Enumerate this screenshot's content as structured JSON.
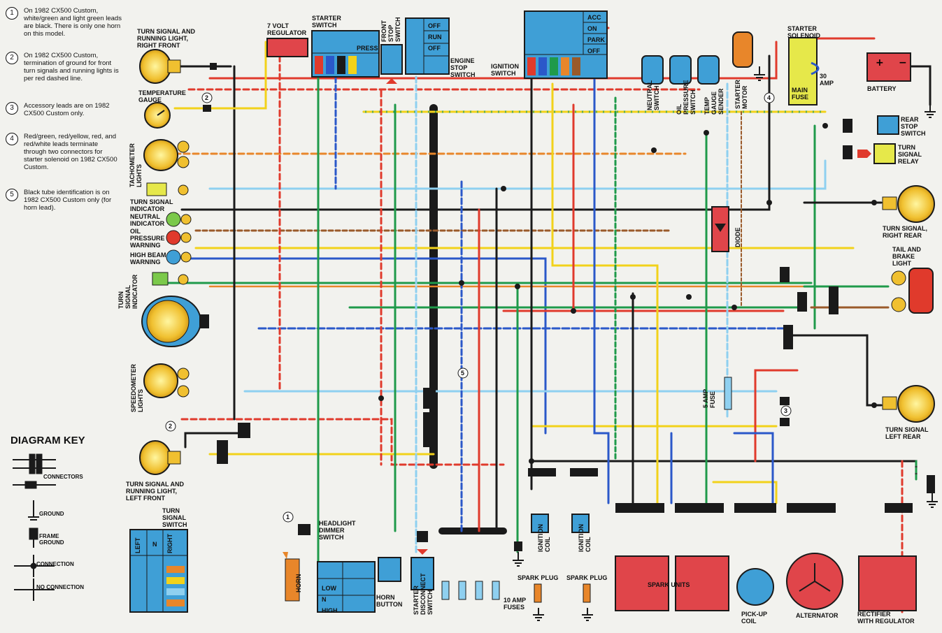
{
  "notes": [
    {
      "num": "1",
      "text": "On 1982 CX500 Custom, white/green and light green leads are black. There is only one horn on this model."
    },
    {
      "num": "2",
      "text": "On 1982 CX500 Custom, termination of ground for front turn signals and running lights is per red dashed line."
    },
    {
      "num": "3",
      "text": "Accessory leads are on 1982 CX500 Custom only."
    },
    {
      "num": "4",
      "text": "Red/green, red/yellow, red, and red/white leads terminate through two connectors for starter solenoid on 1982 CX500 Custom."
    },
    {
      "num": "5",
      "text": "Black tube identification is on 1982 CX500 Custom only (for horn lead)."
    }
  ],
  "key": {
    "title": "DIAGRAM KEY",
    "connectors": "CONNECTORS",
    "ground": "GROUND",
    "frame_ground": "FRAME GROUND",
    "connection": "CONNECTION",
    "no_connection": "NO CONNECTION"
  },
  "labels": {
    "ts_right_front": [
      "TURN SIGNAL AND",
      "RUNNING LIGHT,",
      "RIGHT FRONT"
    ],
    "temp_gauge": [
      "TEMPERATURE",
      "GAUGE"
    ],
    "tach_lights": [
      "TACHOMETER",
      "LIGHTS"
    ],
    "ts_indicator": [
      "TURN SIGNAL",
      "INDICATOR"
    ],
    "neutral_indicator": [
      "NEUTRAL",
      "INDICATOR"
    ],
    "oil_warning": [
      "OIL",
      "PRESSURE",
      "WARNING"
    ],
    "high_beam": [
      "HIGH BEAM",
      "WARNING"
    ],
    "turn_ind_vertical": [
      "TURN",
      "SIGNAL",
      "INDICATOR"
    ],
    "speedo_lights": [
      "SPEEDOMETER",
      "LIGHTS"
    ],
    "ts_left_front": [
      "TURN SIGNAL AND",
      "RUNNING LIGHT,",
      "LEFT FRONT"
    ],
    "ts_switch": [
      "TURN",
      "SIGNAL",
      "SWITCH"
    ],
    "horn": "HORN",
    "headlight_dimmer": [
      "HEADLIGHT",
      "DIMMER",
      "SWITCH"
    ],
    "horn_button": [
      "HORN",
      "BUTTON"
    ],
    "starter_disconnect": [
      "STARTER",
      "DISCONNECT",
      "SWITCH"
    ],
    "fuses_10": [
      "10 AMP",
      "FUSES"
    ],
    "regulator_7v": [
      "7 VOLT",
      "REGULATOR"
    ],
    "starter_switch": [
      "STARTER",
      "SWITCH"
    ],
    "press": "PRESS",
    "front_stop_switch": [
      "FRONT",
      "STOP",
      "SWITCH"
    ],
    "engine_stop_switch": [
      "ENGINE",
      "STOP",
      "SWITCH"
    ],
    "ignition_switch": [
      "IGNITION",
      "SWITCH"
    ],
    "ign_positions": [
      "ACC",
      "ON",
      "PARK",
      "OFF"
    ],
    "engine_positions": [
      "OFF",
      "RUN",
      "OFF"
    ],
    "neutral_switch": [
      "NEUTRAL",
      "SWITCH"
    ],
    "oil_pressure_switch": [
      "OIL",
      "PRESSURE",
      "SWITCH"
    ],
    "temp_gauge_sender": [
      "TEMP",
      "GAUGE",
      "SENDER"
    ],
    "starter_motor": [
      "STARTER",
      "MOTOR"
    ],
    "starter_solenoid": [
      "STARTER",
      "SOLENOID"
    ],
    "main_fuse": [
      "MAIN",
      "FUSE"
    ],
    "amp_30": [
      "30",
      "AMP"
    ],
    "battery": "BATTERY",
    "rear_stop_switch": [
      "REAR",
      "STOP",
      "SWITCH"
    ],
    "turn_signal_relay": [
      "TURN",
      "SIGNAL",
      "RELAY"
    ],
    "ts_right_rear": [
      "TURN SIGNAL,",
      "RIGHT REAR"
    ],
    "tail_brake": [
      "TAIL AND",
      "BRAKE",
      "LIGHT"
    ],
    "diode": "DIODE",
    "fuse_5amp": [
      "5 AMP",
      "FUSE"
    ],
    "ts_left_rear": [
      "TURN SIGNAL",
      "LEFT REAR"
    ],
    "ignition_coil": [
      "IGNITION",
      "COIL"
    ],
    "spark_plug": "SPARK PLUG",
    "spark_units": "SPARK UNITS",
    "pickup_coil": [
      "PICK-UP",
      "COIL"
    ],
    "alternator": "ALTERNATOR",
    "rectifier": [
      "RECTIFIER",
      "WITH REGULATOR"
    ],
    "dimmer_positions": [
      "LOW",
      "N",
      "HIGH"
    ],
    "ts_switch_positions": [
      "LEFT",
      "N",
      "RIGHT"
    ],
    "callouts": [
      "2",
      "2",
      "1",
      "3",
      "4",
      "5"
    ]
  },
  "colors": {
    "red": "#e03a2c",
    "black": "#1a1a1a",
    "yellow": "#f2d21a",
    "green": "#1f9a4a",
    "blue": "#2b58c9",
    "light_blue": "#8fd0f0",
    "brown": "#9a5a2a",
    "orange": "#e8862a",
    "component_blue": "#3f9fd6",
    "component_red": "#e0454a",
    "lamp_yellow": "#f0c030",
    "lime": "#e6e84a"
  }
}
